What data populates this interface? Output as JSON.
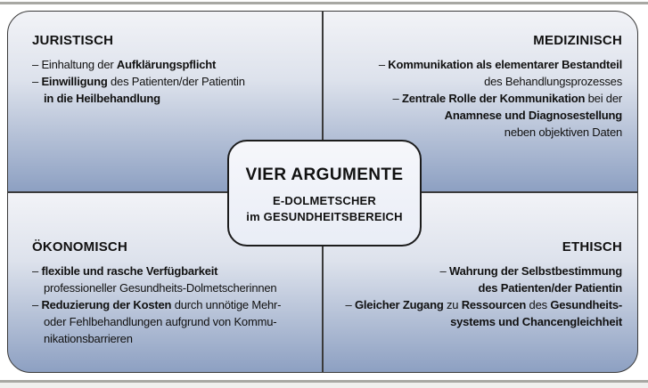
{
  "dash": "–",
  "center": {
    "title": "VIER ARGUMENTE",
    "subtitle_line1": "E-DOLMETSCHER",
    "subtitle_line2": "im GESUNDHEITSBEREICH"
  },
  "quadrants": {
    "juristisch": {
      "heading": "JURISTISCH",
      "align": "left",
      "items": [
        {
          "lines": [
            [
              {
                "t": "Einhaltung der ",
                "b": false
              },
              {
                "t": "Aufklärungspflicht",
                "b": true
              }
            ]
          ]
        },
        {
          "lines": [
            [
              {
                "t": "Einwilligung",
                "b": true
              },
              {
                "t": " des Patienten/der Patientin",
                "b": false
              }
            ],
            [
              {
                "t": "in die Heilbehandlung",
                "b": true
              }
            ]
          ]
        }
      ]
    },
    "medizinisch": {
      "heading": "MEDIZINISCH",
      "align": "right",
      "items": [
        {
          "lines": [
            [
              {
                "t": "Kommunikation als elementarer Bestandteil",
                "b": true
              }
            ],
            [
              {
                "t": "des Behandlungsprozesses",
                "b": false
              }
            ]
          ]
        },
        {
          "lines": [
            [
              {
                "t": "Zentrale Rolle der Kommunikation",
                "b": true
              },
              {
                "t": " bei der",
                "b": false
              }
            ],
            [
              {
                "t": "Anamnese und Diagnosestellung",
                "b": true
              }
            ],
            [
              {
                "t": "neben objektiven Daten",
                "b": false
              }
            ]
          ]
        }
      ]
    },
    "oekonomisch": {
      "heading": "ÖKONOMISCH",
      "align": "left",
      "items": [
        {
          "lines": [
            [
              {
                "t": "flexible und rasche Verfügbarkeit",
                "b": true
              }
            ],
            [
              {
                "t": "professioneller Gesundheits-Dolmetscherinnen",
                "b": false
              }
            ]
          ]
        },
        {
          "lines": [
            [
              {
                "t": "Reduzierung der Kosten",
                "b": true
              },
              {
                "t": " durch unnötige Mehr-",
                "b": false
              }
            ],
            [
              {
                "t": "oder Fehlbehandlungen aufgrund von Kommu-",
                "b": false
              }
            ],
            [
              {
                "t": "nikationsbarrieren",
                "b": false
              }
            ]
          ]
        }
      ]
    },
    "ethisch": {
      "heading": "ETHISCH",
      "align": "right",
      "items": [
        {
          "lines": [
            [
              {
                "t": "Wahrung der Selbstbestimmung",
                "b": true
              }
            ],
            [
              {
                "t": "des Patienten/der Patientin",
                "b": true
              }
            ]
          ]
        },
        {
          "lines": [
            [
              {
                "t": "Gleicher Zugang",
                "b": true
              },
              {
                "t": " zu ",
                "b": false
              },
              {
                "t": "Ressourcen",
                "b": true
              },
              {
                "t": " des ",
                "b": false
              },
              {
                "t": "Gesundheits-",
                "b": true
              }
            ],
            [
              {
                "t": "systems und Chancengleichheit",
                "b": true
              }
            ]
          ]
        }
      ]
    }
  },
  "colors": {
    "grad-top": "#f2f3f7",
    "grad-mid": "#dde2ec",
    "grad-bottom": "#8da0c2",
    "panel-border": "#3a3a3a",
    "center-border": "#1c1c1c",
    "center-top": "#f6f7fb",
    "center-bottom": "#e9edf6",
    "text": "#111111",
    "rule": "#a8a8a3",
    "band": "#f0f0ee"
  }
}
